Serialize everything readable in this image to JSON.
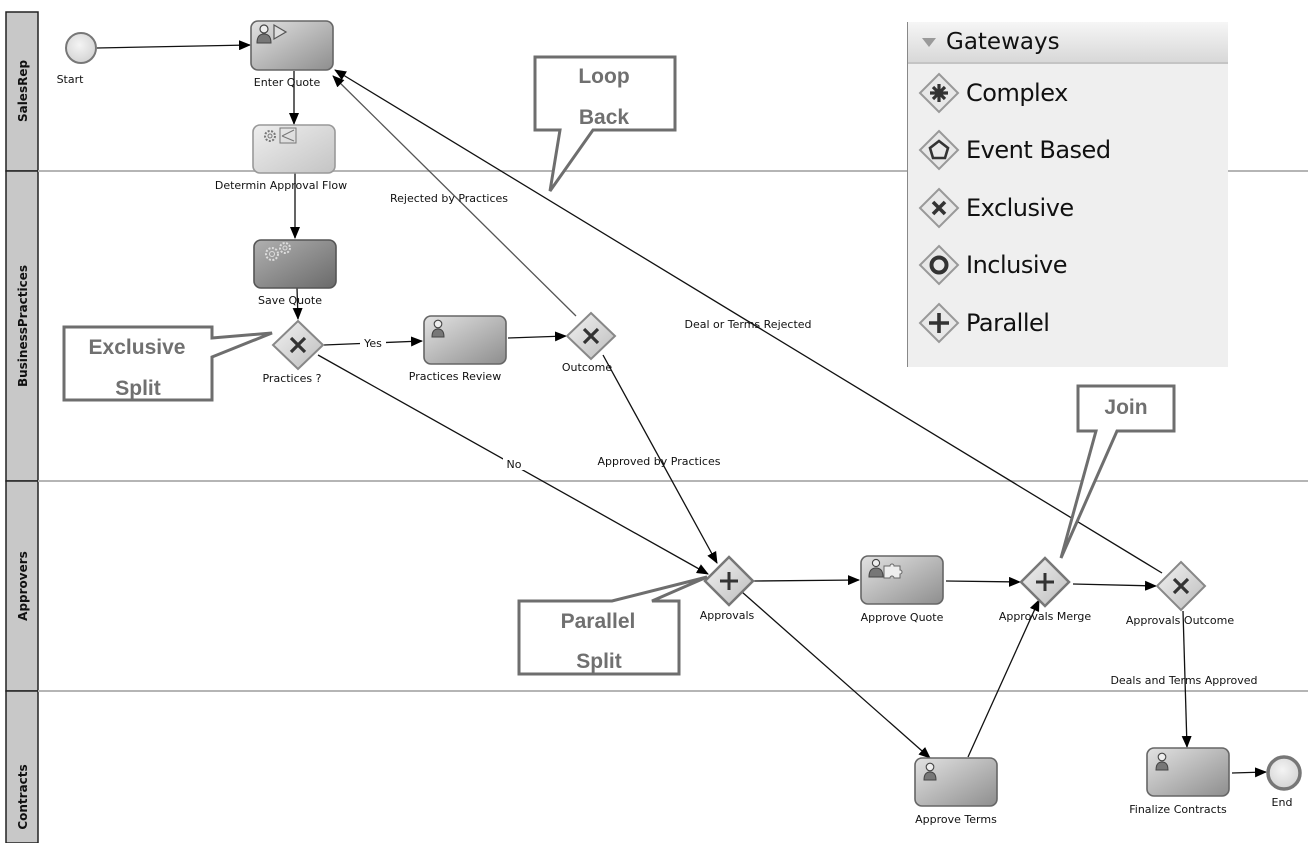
{
  "lanes": [
    {
      "id": "salesrep",
      "label": "SalesRep"
    },
    {
      "id": "businesspractices",
      "label": "BusinessPractices"
    },
    {
      "id": "approvers",
      "label": "Approvers"
    },
    {
      "id": "contracts",
      "label": "Contracts"
    }
  ],
  "nodes": {
    "start": {
      "label": "Start",
      "type": "start-event"
    },
    "enter_quote": {
      "label": "Enter Quote",
      "type": "user-task",
      "icon": "user-initiator-icon"
    },
    "determin_approval_flow": {
      "label": "Determin Approval Flow",
      "type": "service-task",
      "icon": "gear-rule-icon"
    },
    "save_quote": {
      "label": "Save Quote",
      "type": "service-task",
      "icon": "gears-icon"
    },
    "practices_gw": {
      "label": "Practices ?",
      "type": "exclusive-gateway"
    },
    "practices_review": {
      "label": "Practices Review",
      "type": "user-task",
      "icon": "user-icon"
    },
    "outcome_gw": {
      "label": "Outcome",
      "type": "exclusive-gateway"
    },
    "approvals_gw": {
      "label": "Approvals",
      "type": "parallel-gateway"
    },
    "approve_quote": {
      "label": "Approve Quote",
      "type": "user-task",
      "icon": "user-puzzle-icon"
    },
    "approvals_merge_gw": {
      "label": "Approvals Merge",
      "type": "parallel-gateway"
    },
    "approvals_outcome_gw": {
      "label": "Approvals Outcome",
      "type": "exclusive-gateway"
    },
    "approve_terms": {
      "label": "Approve Terms",
      "type": "user-task",
      "icon": "user-icon"
    },
    "finalize_contracts": {
      "label": "Finalize Contracts",
      "type": "user-task",
      "icon": "user-icon"
    },
    "end": {
      "label": "End",
      "type": "end-event"
    }
  },
  "flows": {
    "yes": "Yes",
    "no": "No",
    "rejected_by_practices": "Rejected by Practices",
    "approved_by_practices": "Approved by Practices",
    "deal_or_terms_rejected": "Deal or Terms Rejected",
    "deals_and_terms_approved": "Deals and Terms Approved"
  },
  "callouts": {
    "loop_back": {
      "line1": "Loop",
      "line2": "Back"
    },
    "exclusive_split": {
      "line1": "Exclusive",
      "line2": "Split"
    },
    "parallel_split": {
      "line1": "Parallel",
      "line2": "Split"
    },
    "join": {
      "line1": "Join"
    }
  },
  "palette": {
    "title": "Gateways",
    "items": [
      {
        "label": "Complex",
        "icon": "complex-gateway-icon"
      },
      {
        "label": "Event Based",
        "icon": "event-based-gateway-icon"
      },
      {
        "label": "Exclusive",
        "icon": "exclusive-gateway-icon"
      },
      {
        "label": "Inclusive",
        "icon": "inclusive-gateway-icon"
      },
      {
        "label": "Parallel",
        "icon": "parallel-gateway-icon"
      }
    ]
  }
}
